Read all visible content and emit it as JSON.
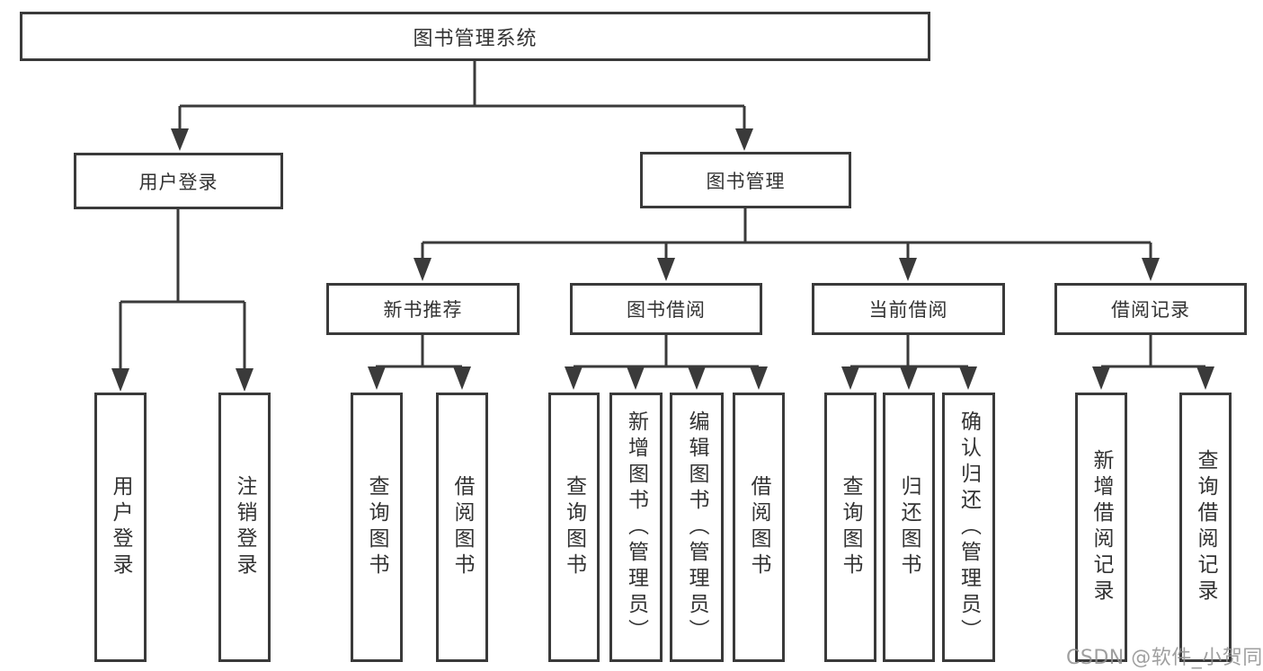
{
  "colors": {
    "line": "#3a3a3a",
    "text": "#333333",
    "watermark": "#8f8f8f",
    "bg": "#ffffff"
  },
  "watermark": {
    "text": "CSDN @软件_小贺同学"
  },
  "diagram_type": "hierarchy-tree",
  "tree": {
    "label": "图书管理系统",
    "children": [
      {
        "label": "用户登录",
        "children": [
          {
            "label": "用户登录"
          },
          {
            "label": "注销登录"
          }
        ]
      },
      {
        "label": "图书管理",
        "children": [
          {
            "label": "新书推荐",
            "children": [
              {
                "label": "查询图书"
              },
              {
                "label": "借阅图书"
              }
            ]
          },
          {
            "label": "图书借阅",
            "children": [
              {
                "label": "查询图书"
              },
              {
                "label": "新增图书（管理员）"
              },
              {
                "label": "编辑图书（管理员）"
              },
              {
                "label": "借阅图书"
              }
            ]
          },
          {
            "label": "当前借阅",
            "children": [
              {
                "label": "查询图书"
              },
              {
                "label": "归还图书"
              },
              {
                "label": "确认归还（管理员）"
              }
            ]
          },
          {
            "label": "借阅记录",
            "children": [
              {
                "label": "新增借阅记录"
              },
              {
                "label": "查询借阅记录"
              }
            ]
          }
        ]
      }
    ]
  }
}
